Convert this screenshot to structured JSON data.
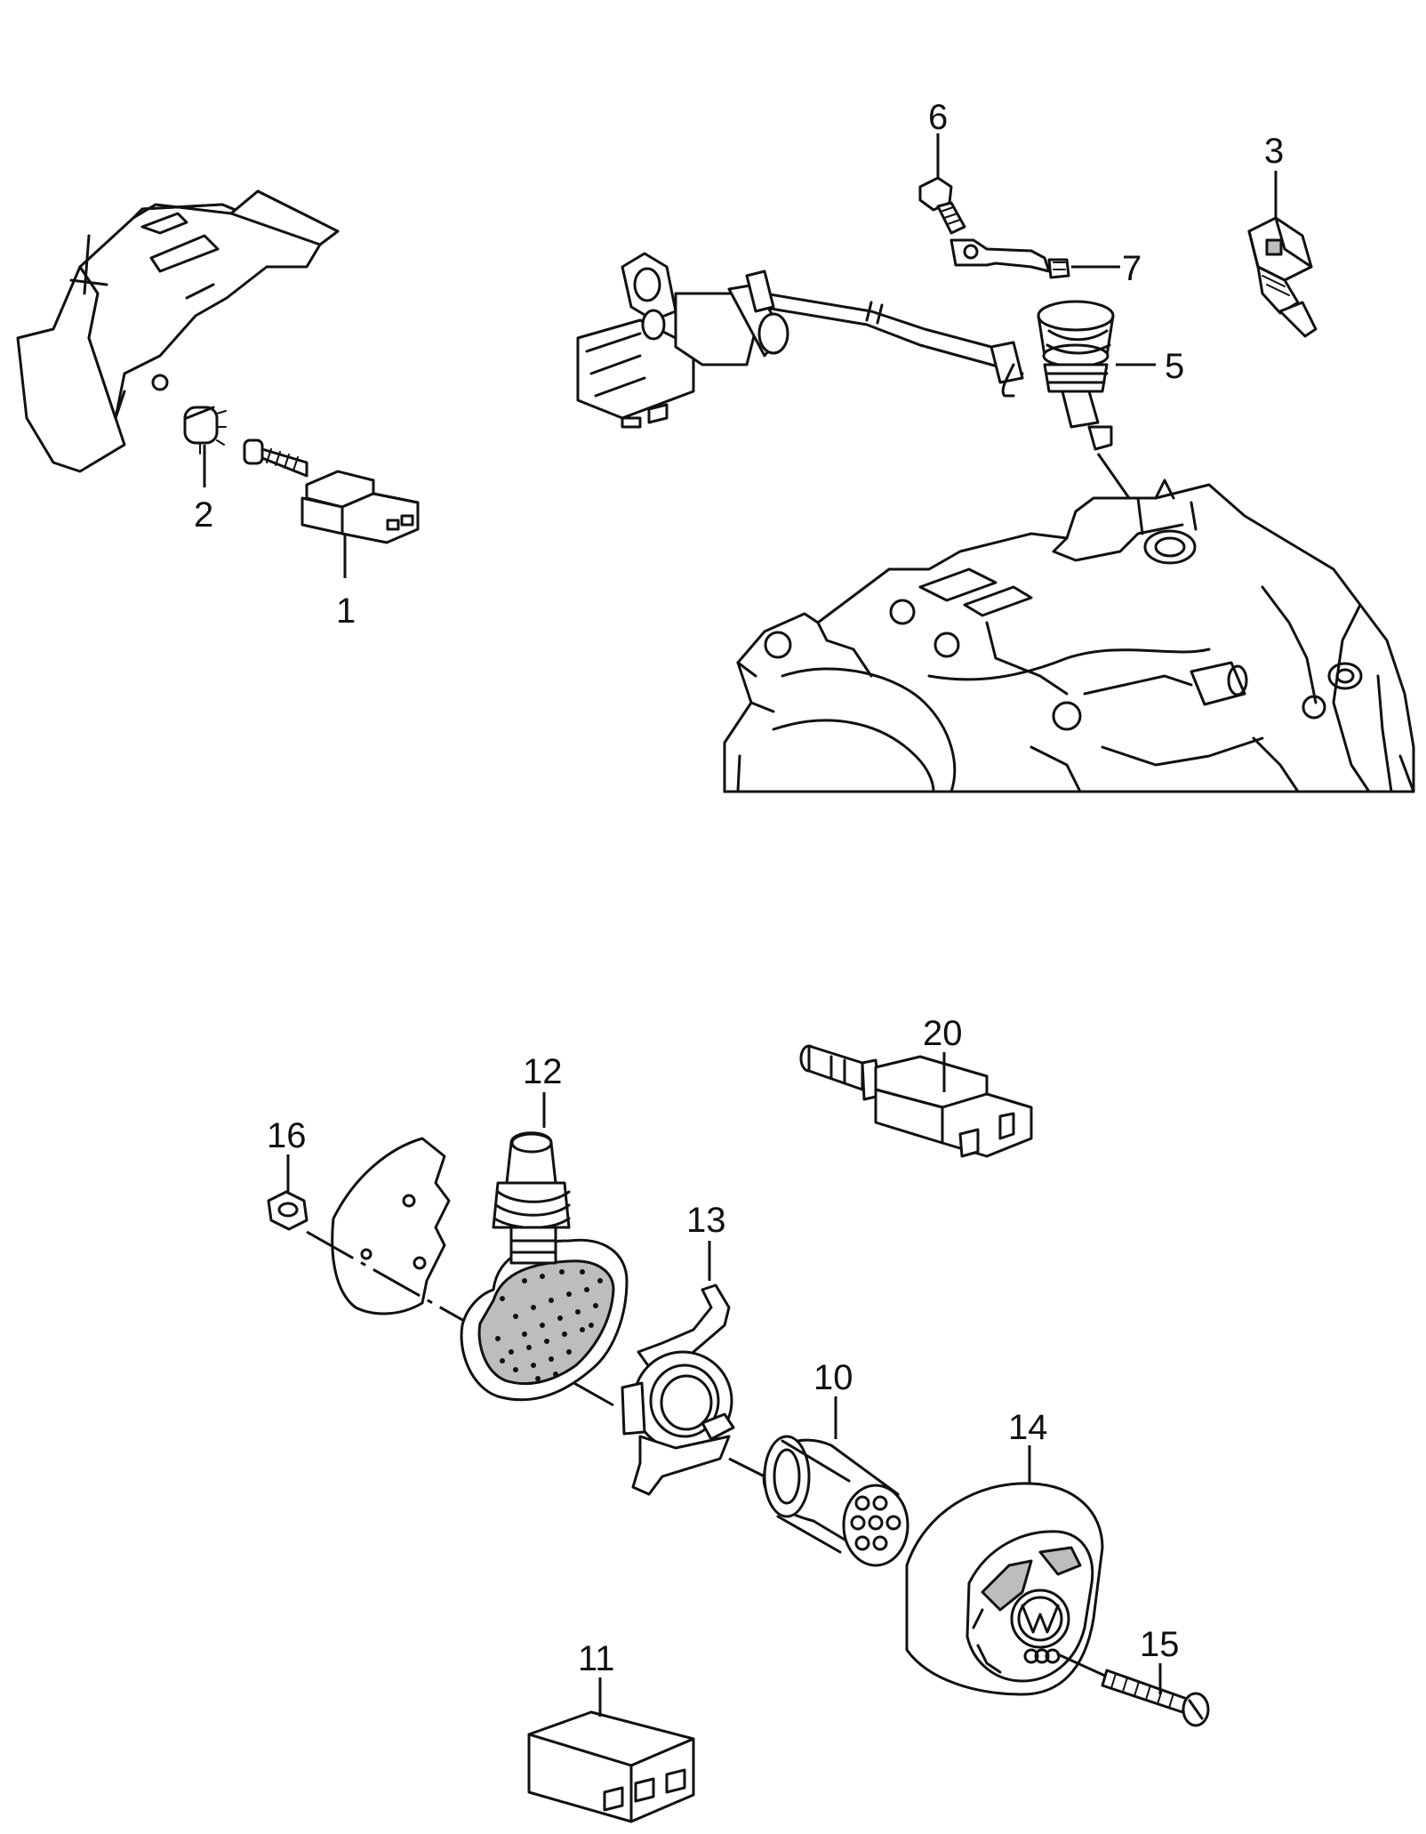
{
  "diagram": {
    "part_labels": {
      "p1": "1",
      "p2": "2",
      "p3": "3",
      "p5": "5",
      "p6": "6",
      "p7": "7",
      "p10": "10",
      "p11": "11",
      "p12": "12",
      "p13": "13",
      "p14": "14",
      "p15": "15",
      "p16": "16",
      "p20": "20"
    },
    "colors": {
      "line": "#111111",
      "background": "#ffffff"
    }
  }
}
